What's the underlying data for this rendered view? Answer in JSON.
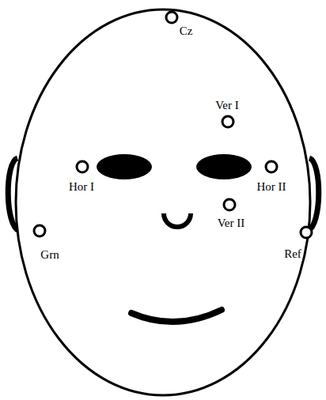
{
  "diagram": {
    "labels": [
      "Cz",
      "Ver I",
      "Hor I",
      "Hor II",
      "Ver II",
      "Grn",
      "Ref"
    ]
  }
}
